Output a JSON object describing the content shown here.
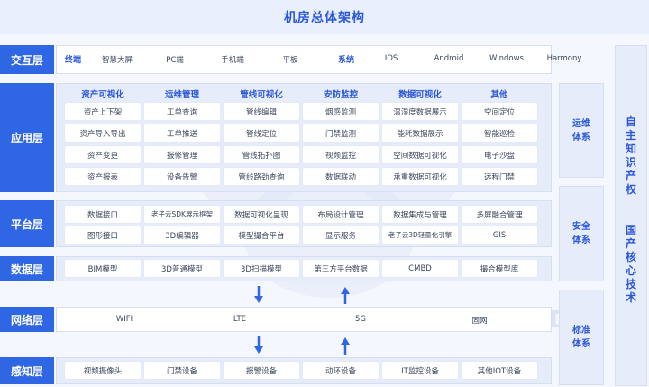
{
  "title": "机房总体架构",
  "watermark": "LAOZI CLOUD",
  "interaction": {
    "label": "交互层",
    "terminal_label": "终端",
    "terminals": [
      "智慧大屏",
      "PC端",
      "手机端",
      "平板"
    ],
    "system_label": "系统",
    "systems": [
      "IOS",
      "Android",
      "Windows",
      "Harmony"
    ]
  },
  "application": {
    "label": "应用层",
    "columns": [
      {
        "title": "资产可视化",
        "items": [
          "资产上下架",
          "资产导入导出",
          "资产变更",
          "资产报表"
        ]
      },
      {
        "title": "运维管理",
        "items": [
          "工单查询",
          "工单推送",
          "报修管理",
          "设备告警"
        ]
      },
      {
        "title": "管线可视化",
        "items": [
          "管线编辑",
          "管线定位",
          "管线拓扑图",
          "管线路劲查询"
        ]
      },
      {
        "title": "安防监控",
        "items": [
          "烟感监测",
          "门禁监测",
          "视频监控",
          "数据联动"
        ]
      },
      {
        "title": "数据可视化",
        "items": [
          "温湿度数据展示",
          "能耗数据展示",
          "空间数据可视化",
          "承重数据可视化"
        ]
      },
      {
        "title": "其他",
        "items": [
          "空间定位",
          "智能巡检",
          "电子沙盘",
          "远程门禁"
        ]
      }
    ]
  },
  "platform": {
    "label": "平台层",
    "rows": [
      [
        "数据接口",
        "老子云SDK展示框架",
        "数据可视化呈现",
        "布局设计管理",
        "数据集成与管理",
        "多屏融合管理"
      ],
      [
        "图形接口",
        "3D编辑器",
        "模型撮合平台",
        "显示服务",
        "老子云3D轻量化引擎",
        "GIS"
      ]
    ]
  },
  "data": {
    "label": "数据层",
    "items": [
      "BIM模型",
      "3D普通模型",
      "3D扫描模型",
      "第三方平台数据",
      "CMBD",
      "撮合模型库"
    ]
  },
  "network": {
    "label": "网络层",
    "items": [
      "WIFI",
      "LTE",
      "5G",
      "固网"
    ]
  },
  "perception": {
    "label": "感知层",
    "items": [
      "视频摄像头",
      "门禁设备",
      "报警设备",
      "动环设备",
      "IT监控设备",
      "其他IOT设备"
    ]
  },
  "side": {
    "ops": "运维体系",
    "security": "安全体系",
    "standard": "标准体系",
    "tech_1": "自主知识产权",
    "tech_2": "国产核心技术"
  },
  "colors": {
    "accent": "#2f66e3",
    "panel": "#e6ecf9",
    "title_text": "#2a58d9"
  }
}
